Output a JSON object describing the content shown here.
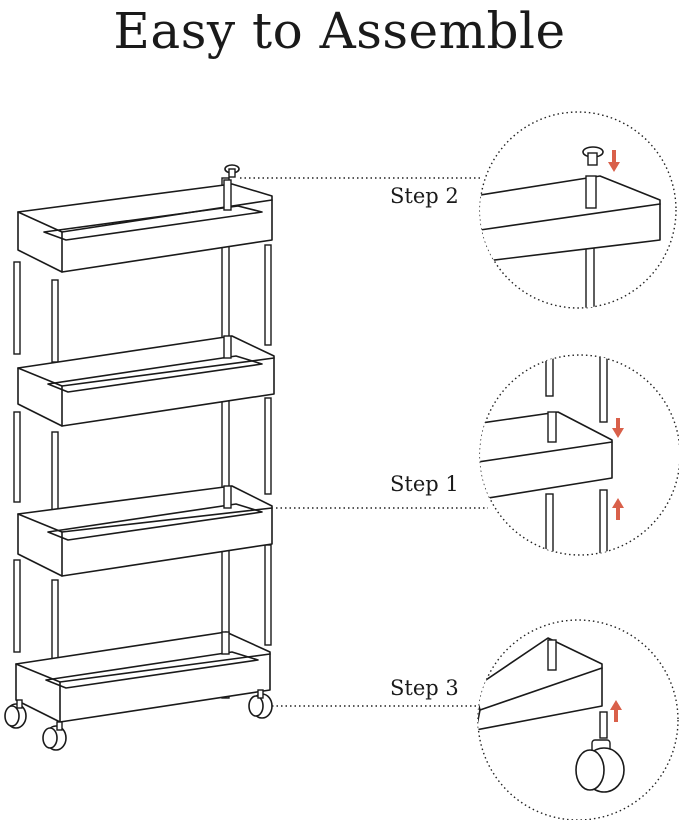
{
  "title": "Easy to Assemble",
  "steps": [
    {
      "label": "Step 2",
      "detail": "cap-insert"
    },
    {
      "label": "Step 1",
      "detail": "pole-insert"
    },
    {
      "label": "Step 3",
      "detail": "wheel-insert"
    }
  ],
  "colors": {
    "line": "#1a1a1a",
    "arrow": "#d9604a",
    "background": "#ffffff"
  },
  "icons": [
    "down-arrow-icon",
    "up-arrow-icon"
  ]
}
